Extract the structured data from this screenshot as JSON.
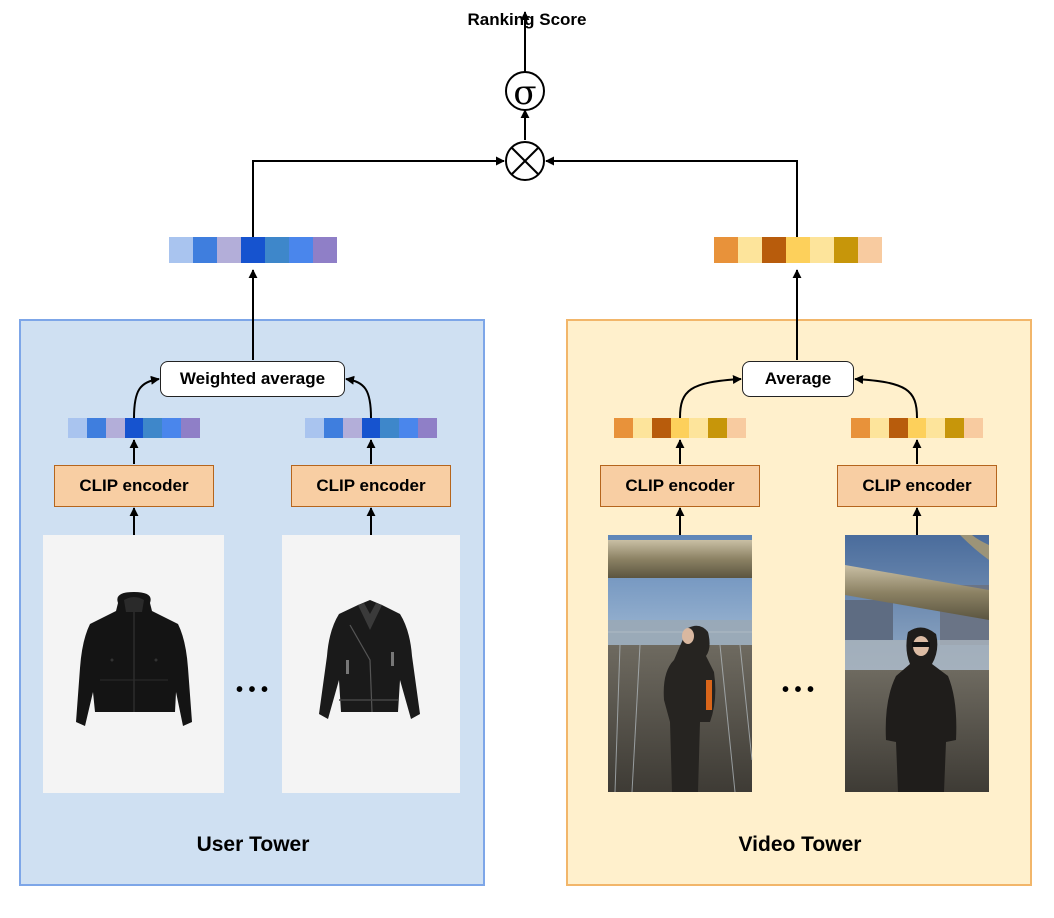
{
  "title": "Ranking Score",
  "sigma_symbol": "σ",
  "user_tower": {
    "title": "User Tower",
    "aggregator_label": "Weighted average",
    "encoder_labels": [
      "CLIP encoder",
      "CLIP encoder"
    ],
    "ellipsis": "• • •",
    "embedding_colors": [
      "#a9c4ef",
      "#3f7ede",
      "#b3aed9",
      "#1653cf",
      "#3e87ca",
      "#4a86ec",
      "#8f7fc7"
    ]
  },
  "video_tower": {
    "title": "Video Tower",
    "aggregator_label": "Average",
    "encoder_labels": [
      "CLIP encoder",
      "CLIP encoder"
    ],
    "ellipsis": "• • •",
    "embedding_colors": [
      "#e8923a",
      "#fde49b",
      "#b85c0c",
      "#fdd05b",
      "#fde49b",
      "#c7960a",
      "#f8cba0"
    ]
  },
  "colors": {
    "user_panel_fill": "#cfe0f2",
    "user_panel_border": "#7da6e8",
    "video_panel_fill": "#fff0cc",
    "video_panel_border": "#f2b66a",
    "encoder_fill": "#f8cea3"
  },
  "icons": {
    "sigmoid": "sigmoid-circle-icon",
    "multiply": "multiply-circle-icon"
  }
}
